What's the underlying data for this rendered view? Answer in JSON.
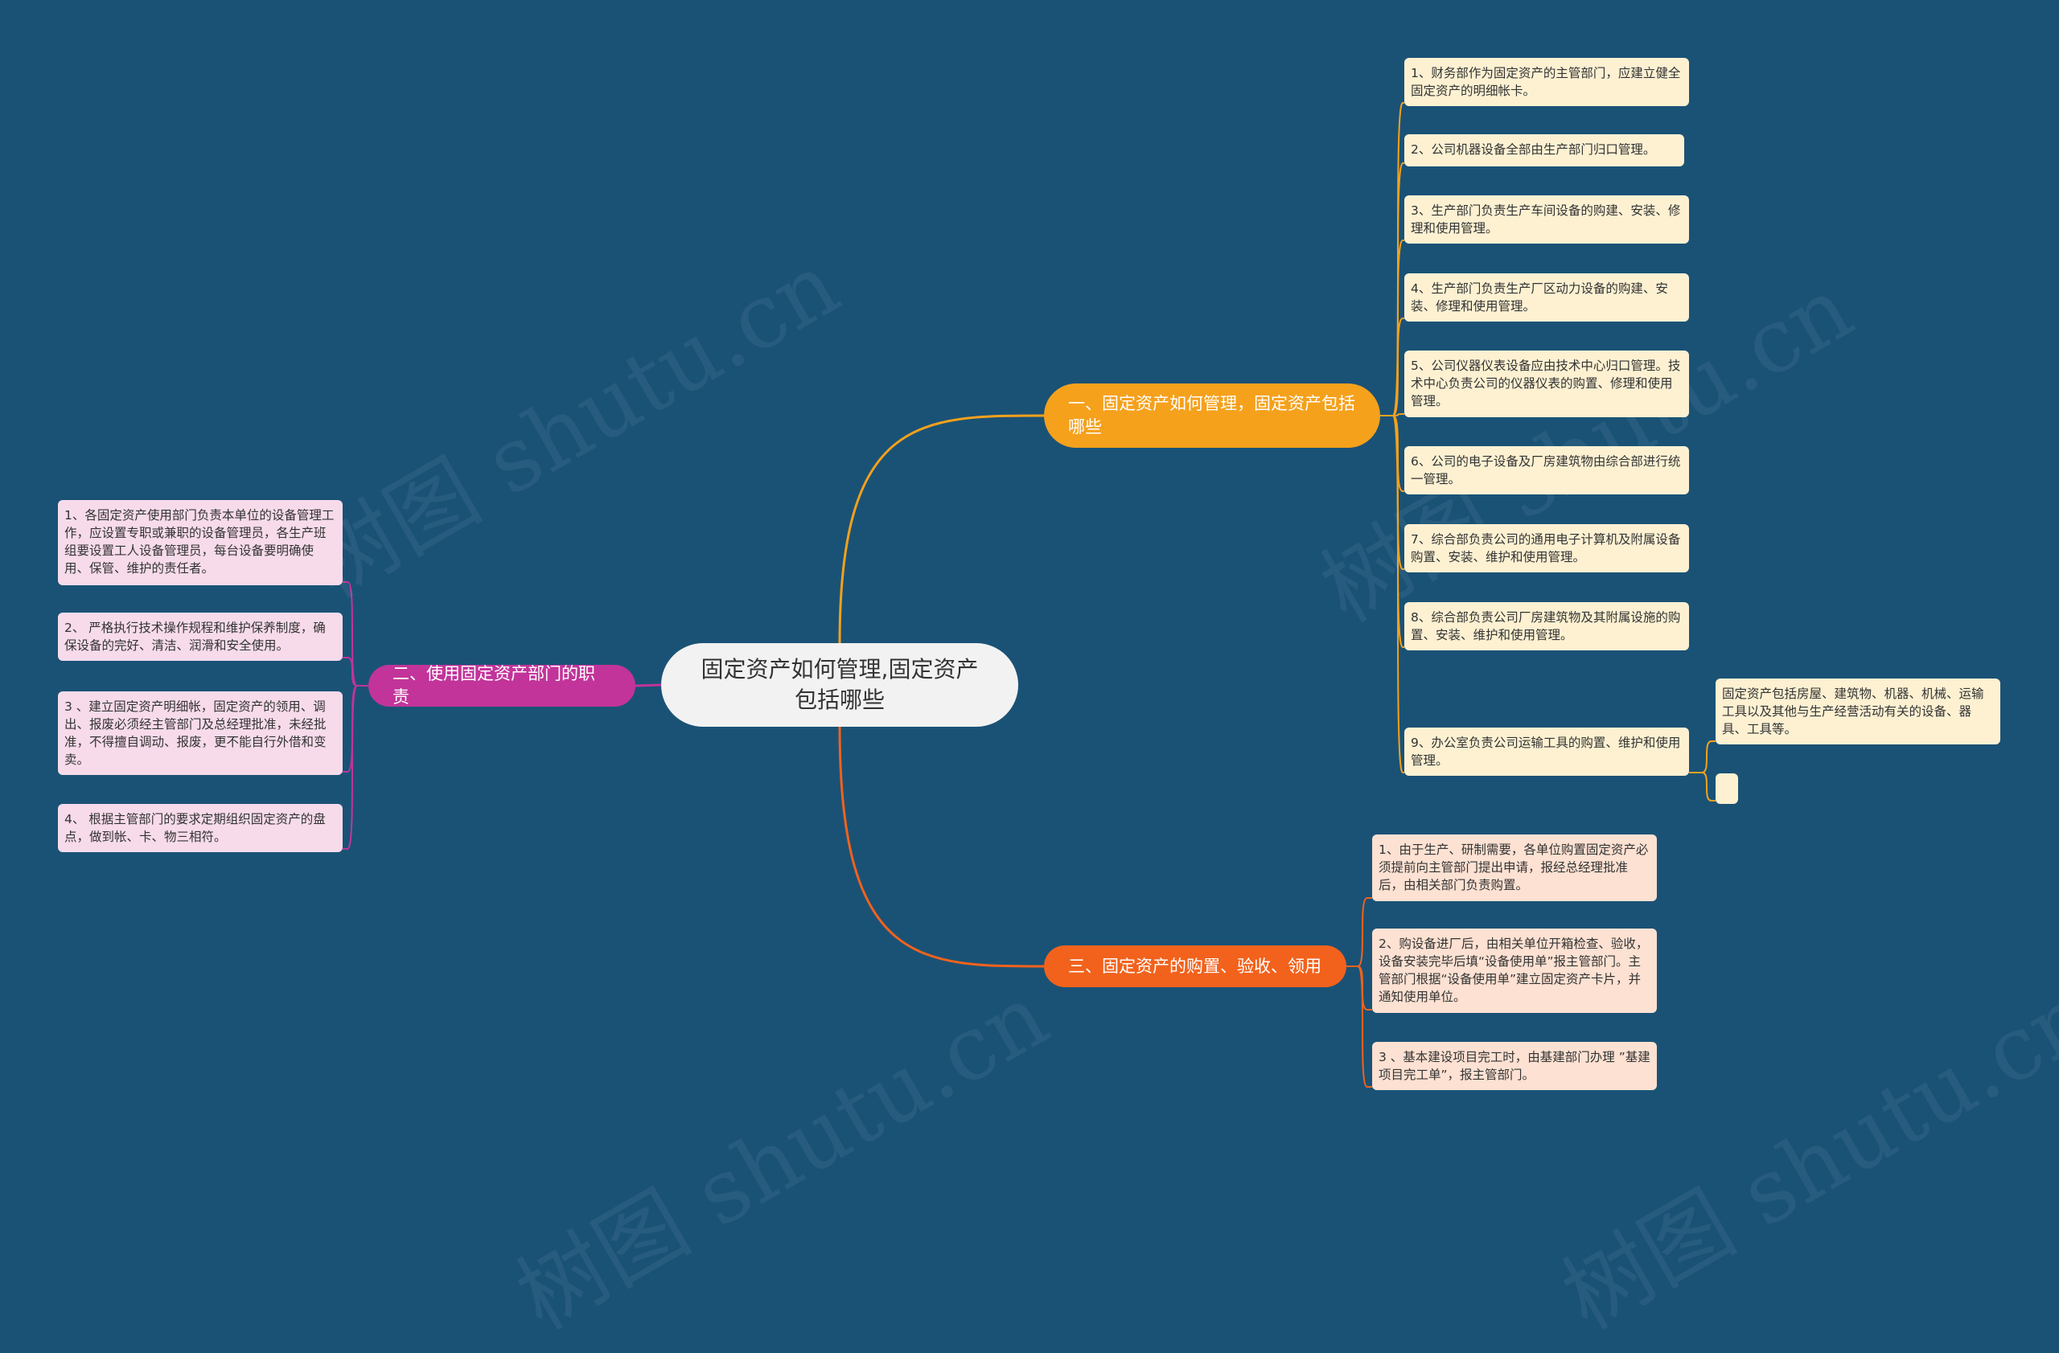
{
  "colors": {
    "background": "#1a5276",
    "branch1": "#f5a11c",
    "branch2": "#c2349a",
    "branch3": "#f2621c",
    "leaf1": "#fdf1d2",
    "leaf2": "#f7dbea",
    "leaf3": "#fde1d2"
  },
  "watermark": "树图 shutu.cn",
  "root": {
    "title": "固定资产如何管理,固定资产包括哪些"
  },
  "branch1": {
    "title": "一、固定资产如何管理，固定资产包括哪些",
    "items": [
      "1、财务部作为固定资产的主管部门，应建立健全固定资产的明细帐卡。",
      "2、公司机器设备全部由生产部门归口管理。",
      "3、生产部门负责生产车间设备的购建、安装、修理和使用管理。",
      "4、生产部门负责生产厂区动力设备的购建、安装、修理和使用管理。",
      "5、公司仪器仪表设备应由技术中心归口管理。技术中心负责公司的仪器仪表的购置、修理和使用管理。",
      "6、公司的电子设备及厂房建筑物由综合部进行统一管理。",
      "7、综合部负责公司的通用电子计算机及附属设备购置、安装、维护和使用管理。",
      "8、综合部负责公司厂房建筑物及其附属设施的购置、安装、维护和使用管理。",
      "9、办公室负责公司运输工具的购置、维护和使用管理。"
    ],
    "sub_items": [
      "固定资产包括房屋、建筑物、机器、机械、运输工具以及其他与生产经营活动有关的设备、器具、工具等。",
      ""
    ]
  },
  "branch2": {
    "title": "二、使用固定资产部门的职责",
    "items": [
      "1、各固定资产使用部门负责本单位的设备管理工作，应设置专职或兼职的设备管理员，各生产班组要设置工人设备管理员，每台设备要明确使用、保管、维护的责任者。",
      "2、 严格执行技术操作规程和维护保养制度，确保设备的完好、清洁、润滑和安全使用。",
      "3 、建立固定资产明细帐，固定资产的领用、调出、报废必须经主管部门及总经理批准，未经批准，不得擅自调动、报废，更不能自行外借和变卖。",
      "4、 根据主管部门的要求定期组织固定资产的盘点，做到帐、卡、物三相符。"
    ]
  },
  "branch3": {
    "title": "三、固定资产的购置、验收、领用",
    "items": [
      "1、由于生产、研制需要，各单位购置固定资产必须提前向主管部门提出申请，报经总经理批准后，由相关部门负责购置。",
      "2、购设备进厂后，由相关单位开箱检查、验收，设备安装完毕后填“设备使用单”报主管部门。主管部门根据“设备使用单”建立固定资产卡片，并通知使用单位。",
      "3 、基本建设项目完工时，由基建部门办理 ”基建项目完工单”，报主管部门。"
    ]
  }
}
